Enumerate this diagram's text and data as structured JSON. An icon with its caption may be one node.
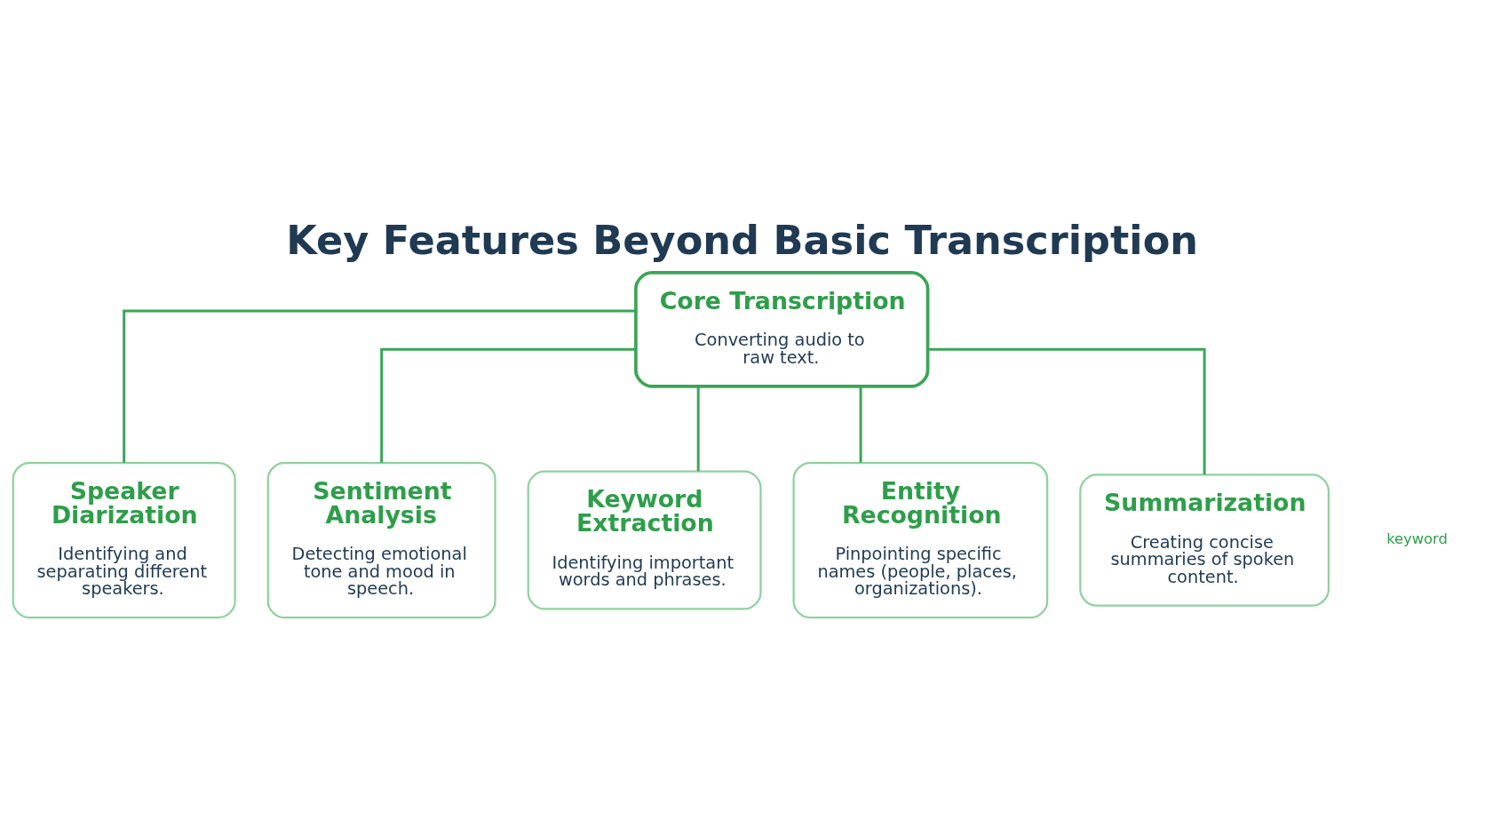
{
  "diagram": {
    "title": "Key Features Beyond Basic Transcription",
    "nodes": [
      {
        "text": [
          "Core Transcription",
          "Converting audio to raw text."
        ]
      },
      {
        "text": [
          "Speaker Diarization",
          "Identifying and separating different speakers."
        ]
      },
      {
        "text": [
          "Sentiment Analysis",
          "Detecting emotional tone and mood in speech."
        ]
      },
      {
        "text": [
          "Keyword Extraction",
          "Identifying important words and phrases."
        ]
      },
      {
        "text": [
          "Entity Recognition",
          "Pinpointing specific names (people, places, organizations)."
        ]
      },
      {
        "text": [
          "Summarization",
          "Creating concise summaries of spoken content."
        ]
      }
    ],
    "edges": [
      {
        "from": 0,
        "to": 1,
        "arrow": "none"
      },
      {
        "from": 0,
        "to": 2,
        "arrow": "none"
      },
      {
        "from": 0,
        "to": 3,
        "arrow": "none"
      },
      {
        "from": 0,
        "to": 4,
        "arrow": "none"
      },
      {
        "from": 0,
        "to": 5,
        "arrow": "none"
      }
    ],
    "labels": [
      "keyword"
    ]
  }
}
